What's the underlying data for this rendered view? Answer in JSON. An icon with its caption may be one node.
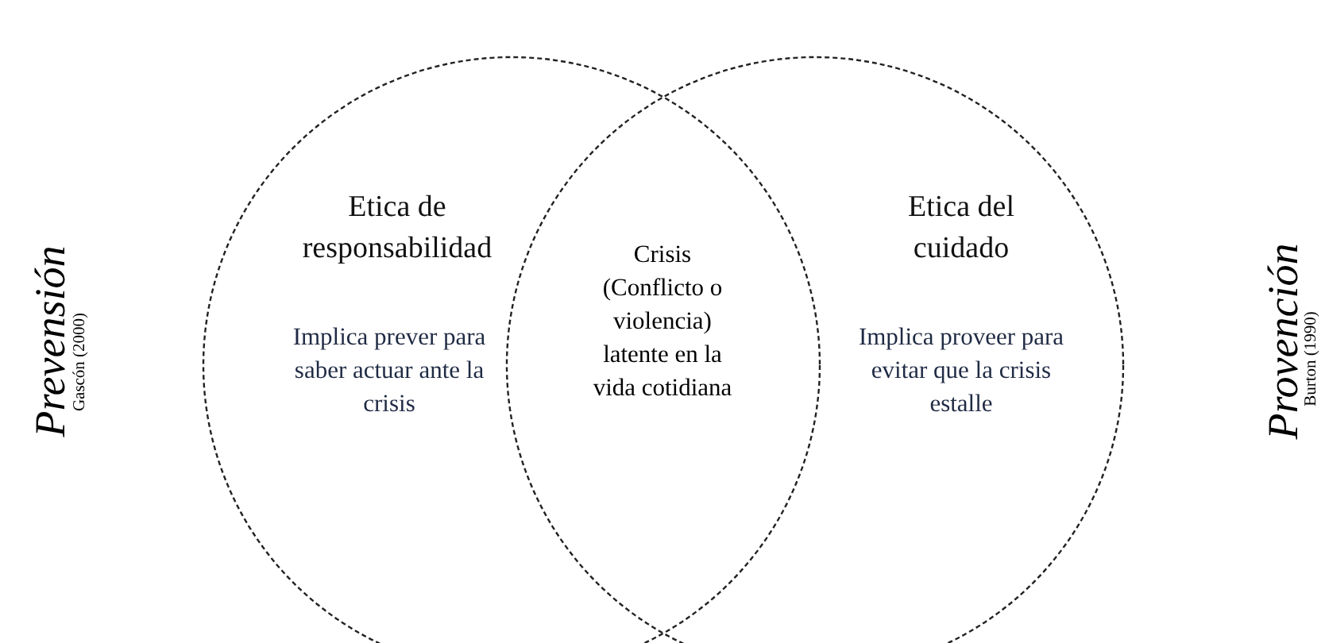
{
  "diagram": {
    "nodes": [
      {
        "text": [
          "Etica de responsabilidad",
          "Implica prever para saber actuar ante la crisis"
        ]
      },
      {
        "text": [
          "Etica del cuidado",
          "Implica proveer para evitar que la crisis estalle"
        ]
      }
    ],
    "labels": [
      "Prevensión",
      "Gascón (2000)",
      "Crisis (Conflicto o violencia) latente en la vida cotidiana",
      "Provención",
      "Burton (1990)"
    ]
  }
}
